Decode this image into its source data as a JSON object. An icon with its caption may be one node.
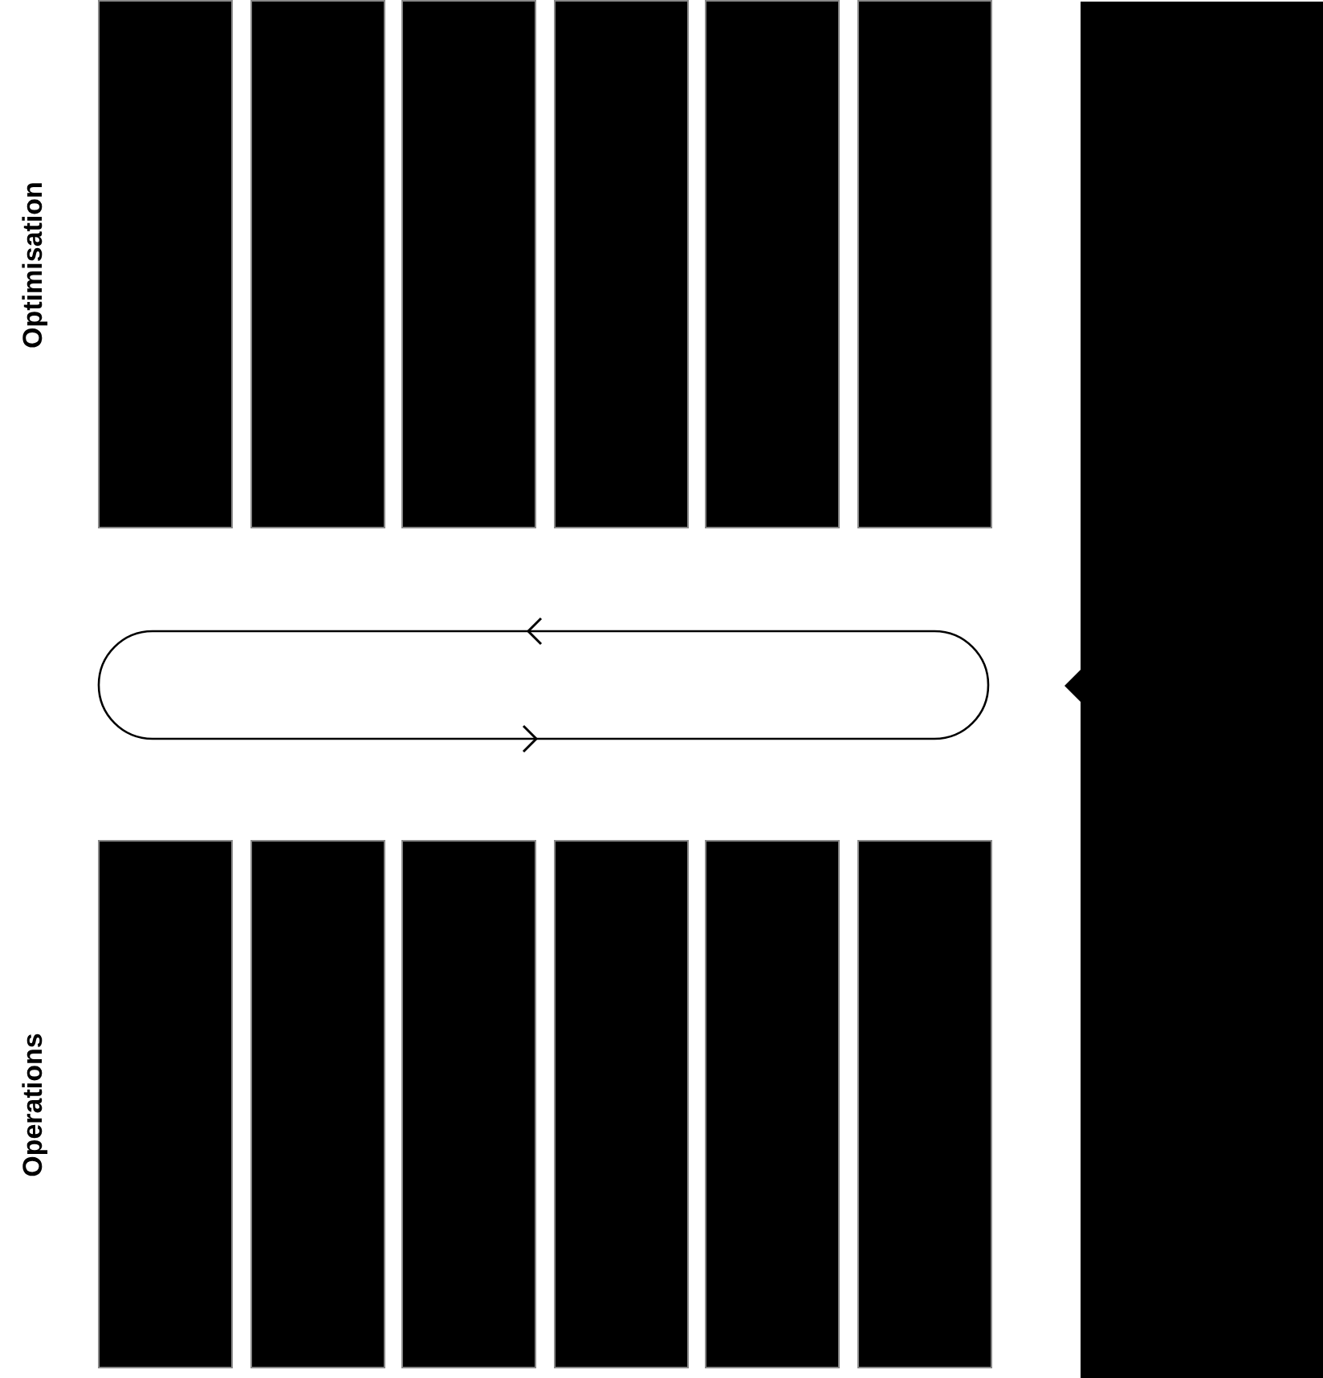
{
  "diagram": {
    "nodes": [
      {
        "text": [],
        "shape": "box"
      },
      {
        "text": [],
        "shape": "box"
      },
      {
        "text": [],
        "shape": "box"
      },
      {
        "text": [],
        "shape": "box"
      },
      {
        "text": [],
        "shape": "box"
      },
      {
        "text": [],
        "shape": "box"
      },
      {
        "text": [],
        "shape": "box"
      },
      {
        "text": [],
        "shape": "box"
      },
      {
        "text": [],
        "shape": "box"
      },
      {
        "text": [],
        "shape": "box"
      },
      {
        "text": [],
        "shape": "box"
      },
      {
        "text": [],
        "shape": "box"
      },
      {
        "text": [],
        "shape": "box"
      }
    ],
    "labels": [
      "Optimisation",
      "Operations"
    ]
  }
}
